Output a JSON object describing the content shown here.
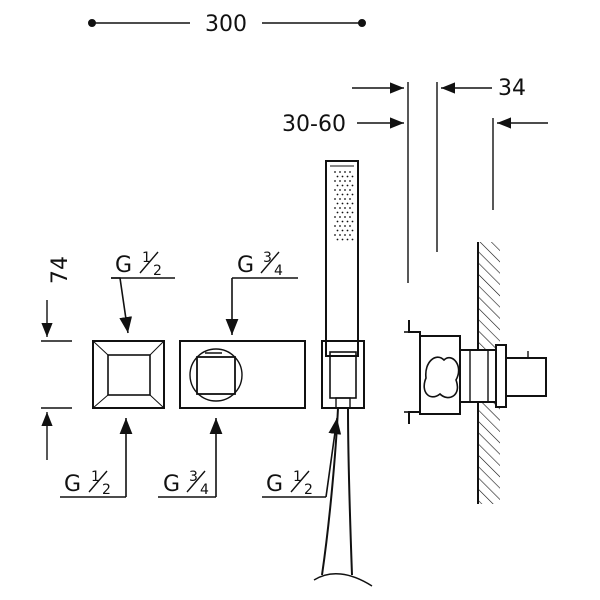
{
  "dimensions": {
    "overall_width": "300",
    "adjustable_depth": "30-60",
    "protrusion": "34",
    "height": "74"
  },
  "connections": {
    "left_top": {
      "prefix": "G",
      "num": "1",
      "den": "2"
    },
    "left_bottom": {
      "prefix": "G",
      "num": "1",
      "den": "2"
    },
    "mid_top": {
      "prefix": "G",
      "num": "3",
      "den": "4"
    },
    "mid_bottom": {
      "prefix": "G",
      "num": "3",
      "den": "4"
    },
    "shower_bottom": {
      "prefix": "G",
      "num": "1",
      "den": "2"
    }
  },
  "colors": {
    "line": "#111111",
    "background": "#ffffff"
  }
}
